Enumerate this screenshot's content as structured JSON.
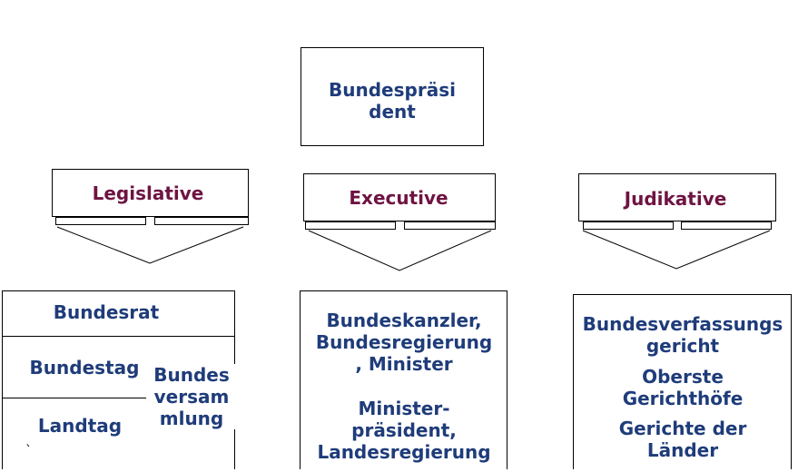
{
  "colors": {
    "text_blue": "#1f3c7a",
    "heading_maroon": "#6e1442",
    "line": "#000000"
  },
  "top": {
    "label": "Bundespräsi\ndent"
  },
  "branches": {
    "legislative": "Legislative",
    "executive": "Executive",
    "judikative": "Judikative"
  },
  "legislative_box": {
    "bundesrat": "Bundesrat",
    "bundestag": "Bundestag",
    "landtag": "Landtag",
    "tick": "`",
    "bundesversammlung": "Bundes\nversam\nmlung"
  },
  "executive_box": {
    "line1": "Bundeskanzler,\nBundesregierung\n, Minister",
    "line2": "Minister-\npräsident,\nLandesregierung"
  },
  "judikative_box": {
    "line1": "Bundesverfassungs\ngericht",
    "line2": "Oberste\nGerichthöfe",
    "line3": "Gerichte der\nLänder"
  }
}
